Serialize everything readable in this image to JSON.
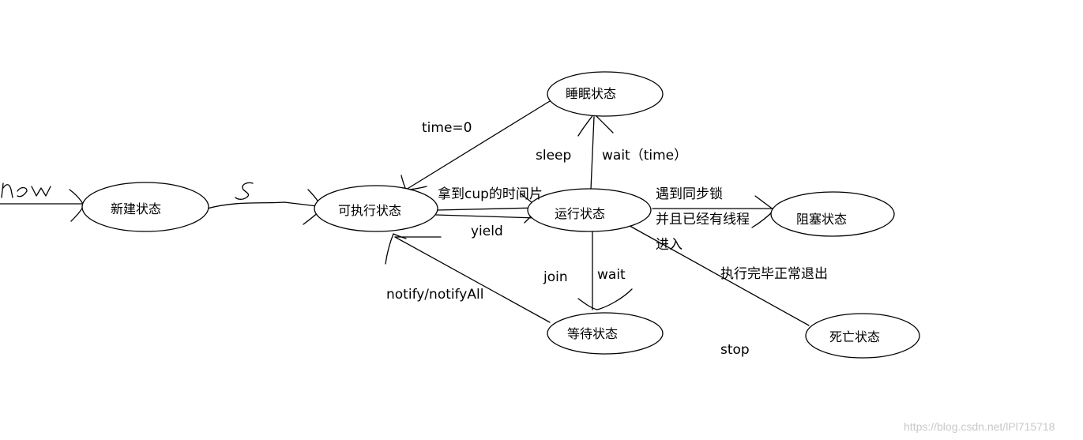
{
  "states": {
    "new": "新建状态",
    "runnable": "可执行状态",
    "running": "运行状态",
    "sleeping": "睡眠状态",
    "blocked": "阻塞状态",
    "waiting": "等待状态",
    "dead": "死亡状态"
  },
  "labels": {
    "new_handwritten": "new",
    "start_handwritten": "s",
    "get_cpu": "拿到cup的时间片",
    "yield": "yield",
    "time_zero": "time=0",
    "sleep": "sleep",
    "wait_time": "wait（time）",
    "sync_line1": "遇到同步锁",
    "sync_line2": "并且已经有线程",
    "sync_line3": "进入",
    "join": "join",
    "wait": "wait",
    "notify": "notify/notifyAll",
    "finished": "执行完毕正常退出",
    "stop": "stop"
  },
  "watermark": "https://blog.csdn.net/lPl715718"
}
